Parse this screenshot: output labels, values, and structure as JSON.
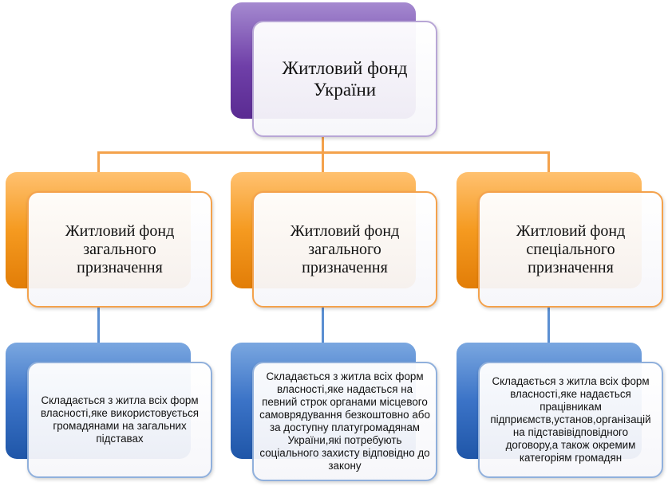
{
  "root": {
    "label": "Житловий фонд України"
  },
  "level1": [
    {
      "label": "Житловий фонд загального призначення"
    },
    {
      "label": "Житловий фонд загального призначення"
    },
    {
      "label": "Житловий фонд спеціального призначення"
    }
  ],
  "level2": [
    {
      "label": "Складається з житла всіх форм власності,яке використовується громадянами на загальних підставах"
    },
    {
      "label": "Складається з житла всіх форм власності,яке надається на певний строк органами місцевого самоврядування безкоштовно або за доступну платугромадянам України,які потребують соціального захисту відповідно до закону"
    },
    {
      "label": "Складається з житла всіх форм власності,яке надається працівникам підприємств,установ,організацій на підставівідповідного договору,а також окремим категоріям громадян"
    }
  ],
  "colors": {
    "root_back": "#6f3fa8",
    "level1_back": "#f59a20",
    "level2_back": "#3b73c7",
    "connector_orange": "#f4a24c",
    "connector_blue": "#5b8fd2"
  }
}
